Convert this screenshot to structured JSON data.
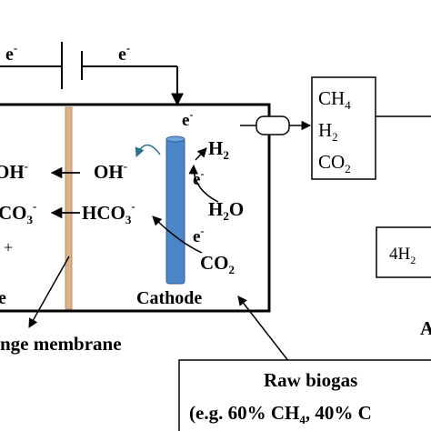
{
  "circuit": {
    "left_electron": "e",
    "right_electron": "e",
    "charge_sign": "-"
  },
  "cell": {
    "membrane_label": "nge membrane",
    "cathode_label": "Cathode",
    "left_partial_label": "e",
    "left_partial_plus": "+"
  },
  "reactions": {
    "oh_left_partial": "OH",
    "co3_left_partial": "CO",
    "oh_right": "OH",
    "hco3": "HCO",
    "h2": "H",
    "h2o": "H",
    "co2": "CO",
    "electron": "e",
    "sub2": "2",
    "sub3": "3",
    "minus": "-",
    "o": "O"
  },
  "output_box": {
    "ch4": "CH",
    "ch4_sub": "4",
    "h2": "H",
    "h2_sub": "2",
    "co2": "CO",
    "co2_sub": "2"
  },
  "partial_box": {
    "text": "4H",
    "sub": "2",
    "extra_letter": "A"
  },
  "biogas_box": {
    "title": "Raw biogas",
    "line2_prefix": "(e.g. 60% CH",
    "line2_sub": "4",
    "line2_suffix": ", 40% C"
  },
  "colors": {
    "cathode": "#4a86c8",
    "membrane": "#d9b48a",
    "arrow_teal": "#2a6f8f"
  }
}
